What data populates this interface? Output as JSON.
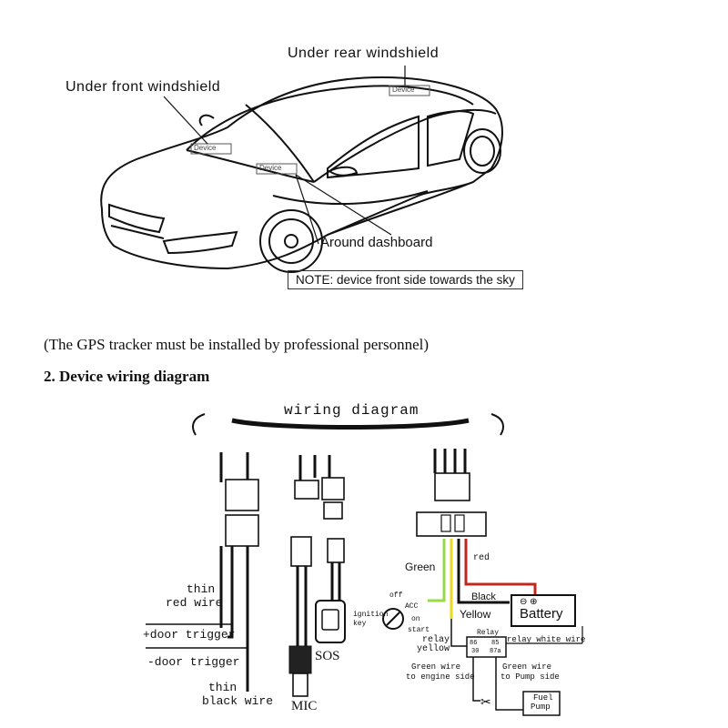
{
  "car_section": {
    "label_rear": "Under rear windshield",
    "label_front": "Under front windshield",
    "label_dashboard": "Around dashboard",
    "device_tag": "Device",
    "note": "NOTE: device front side towards the sky"
  },
  "install_notice": "(The GPS tracker must be installed by professional personnel)",
  "section_heading": {
    "number": "2.",
    "title": "Device wiring diagram"
  },
  "wiring": {
    "banner": "wiring diagram",
    "left_connector": {
      "thin_red": [
        "thin",
        "red wire"
      ],
      "door_plus": "+door trigger",
      "door_minus": "-door trigger",
      "thin_black": [
        "thin",
        "black wire"
      ]
    },
    "mid_connector": {
      "sos": "SOS",
      "mic": "MIC"
    },
    "right_connector": {
      "green": "Green",
      "red": "red",
      "black": "Black",
      "yellow": "Yellow",
      "battery": "Battery",
      "ignition": [
        "ignition",
        "key"
      ],
      "key_positions": [
        "off",
        "ACC",
        "on",
        "start"
      ],
      "relay_yellow": [
        "relay",
        "yellow"
      ],
      "relay": "Relay",
      "relay_pins": [
        "86",
        "85",
        "30",
        "87a"
      ],
      "relay_white": "relay white wire",
      "green_engine": [
        "Green wire",
        "to engine side"
      ],
      "green_pump": [
        "Green wire",
        "to Pump side"
      ],
      "fuel_pump": [
        "Fuel",
        "Pump"
      ]
    },
    "colors": {
      "green_wire": "#9ad84a",
      "red_wire": "#c0281e",
      "yellow_wire": "#e9d91f",
      "black_wire": "#111111"
    }
  }
}
